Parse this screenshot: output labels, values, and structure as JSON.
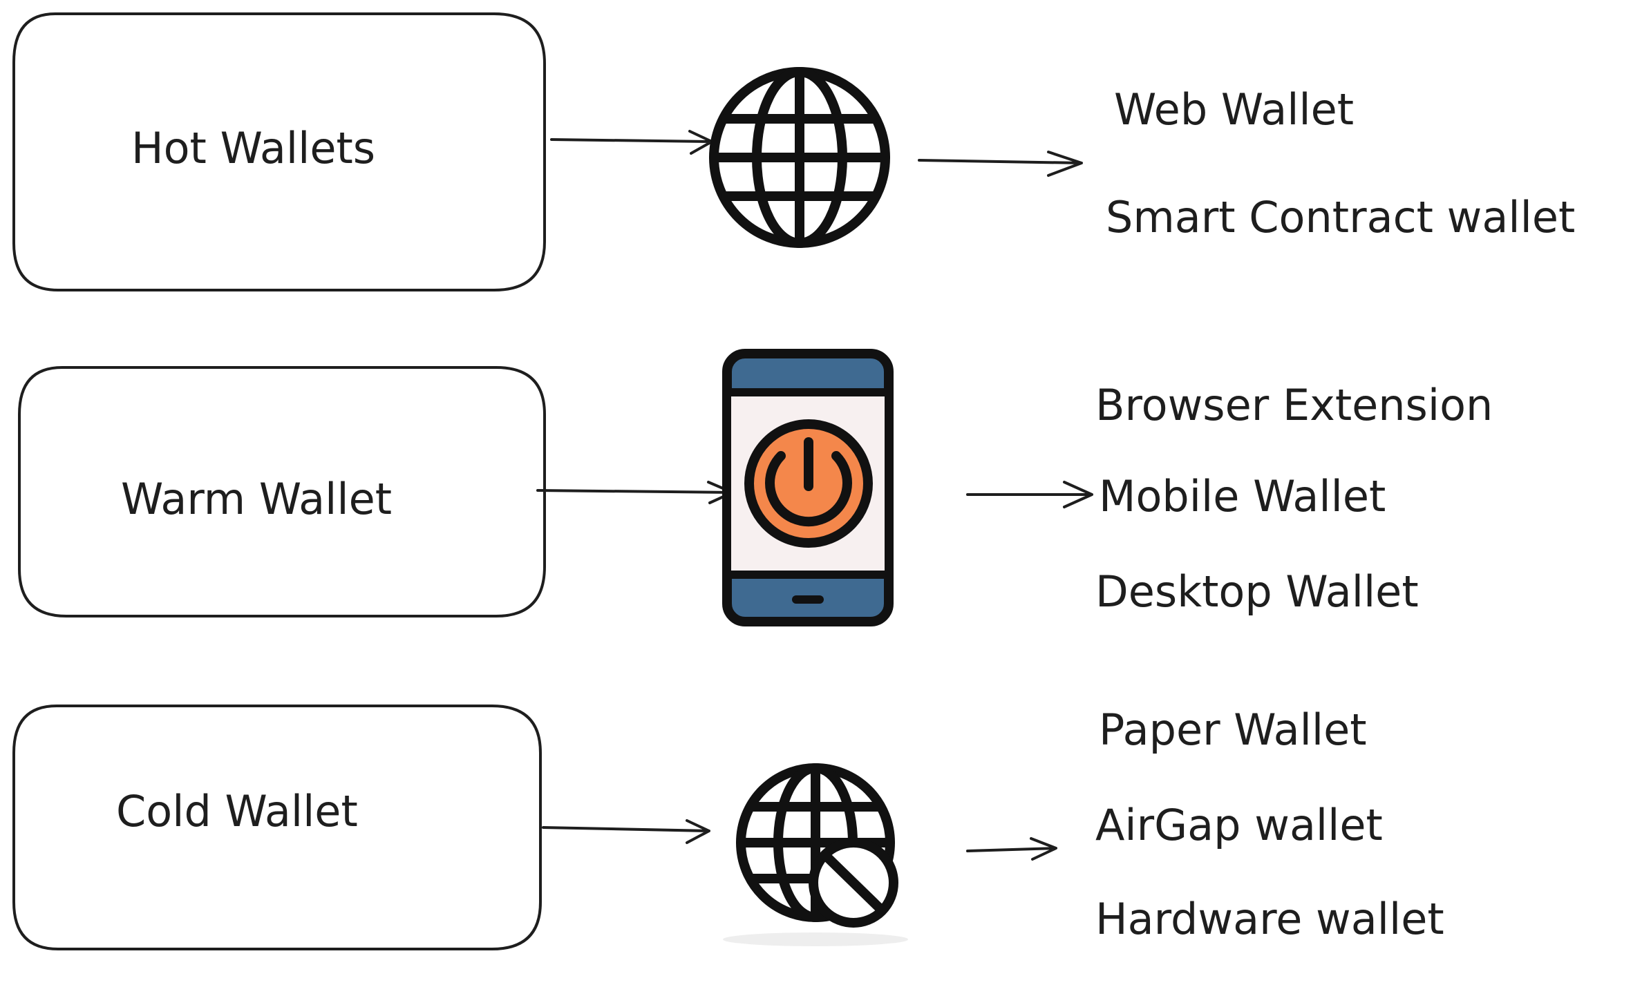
{
  "diagram": {
    "rows": [
      {
        "category": "Hot Wallets",
        "icon": "globe-icon",
        "items": [
          "Web Wallet",
          "Smart Contract wallet"
        ]
      },
      {
        "category": "Warm Wallet",
        "icon": "smartphone-power-icon",
        "items": [
          "Browser Extension",
          "Mobile Wallet",
          "Desktop Wallet"
        ]
      },
      {
        "category": "Cold Wallet",
        "icon": "globe-offline-icon",
        "items": [
          "Paper Wallet",
          "AirGap wallet",
          "Hardware wallet"
        ]
      }
    ],
    "colors": {
      "stroke": "#1e1e1e",
      "phone_body": "#3f6a91",
      "phone_screen": "#f7f0f0",
      "power_button": "#f4874b"
    }
  }
}
